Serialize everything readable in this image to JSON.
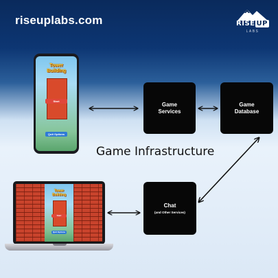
{
  "brand": {
    "text": "riseuplabs.com"
  },
  "logo": {
    "word_left": "RISE",
    "word_right": "UP",
    "sub": "LABS"
  },
  "diagram": {
    "title": "Game Infrastructure",
    "nodes": {
      "services": "Game\nServices",
      "database": "Game\nDatabase",
      "chat": "Chat",
      "chat_sub": "(and Other Services)"
    },
    "edges": [
      [
        "mobile-device",
        "services"
      ],
      [
        "services",
        "database"
      ],
      [
        "database",
        "chat"
      ],
      [
        "laptop-device",
        "chat"
      ]
    ]
  },
  "game": {
    "title_line1": "Tower",
    "title_line2": "Building",
    "buttons": [
      "Start",
      "",
      "Quit Options"
    ]
  },
  "colors": {
    "box": "#070707",
    "arrow": "#111111",
    "brick": "#c8432c",
    "title_gold": "#ffd43b"
  }
}
